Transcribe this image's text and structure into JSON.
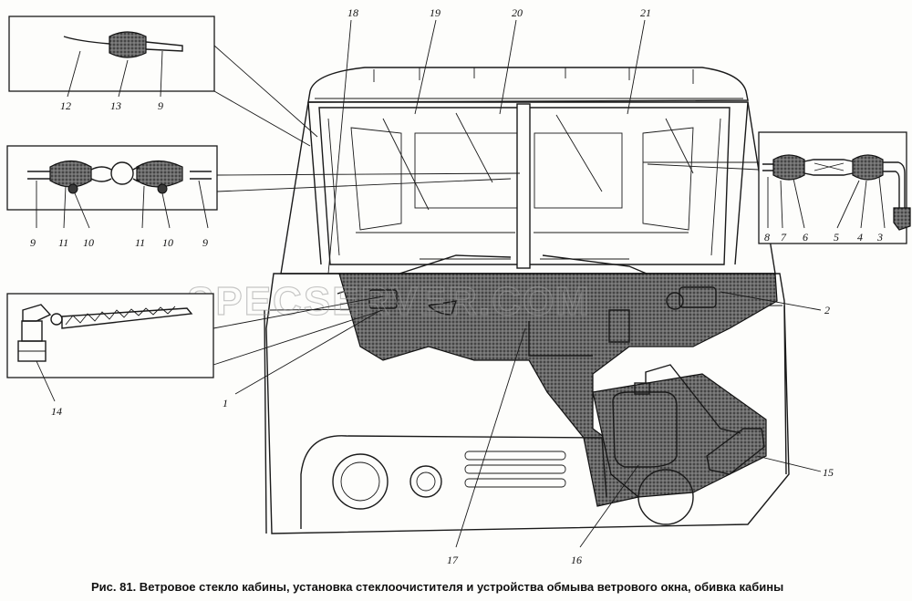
{
  "figure": {
    "caption": "Рис. 81. Ветровое стекло кабины, установка стеклоочистителя и устройства обмыва ветрового окна, обивка кабины",
    "watermark": "SPECSERVER.COM"
  },
  "callouts": {
    "n1": "1",
    "n2": "2",
    "n14": "14",
    "n15": "15",
    "n16": "16",
    "n17": "17",
    "n18": "18",
    "n19": "19",
    "n20": "20",
    "n21": "21"
  },
  "inset_top_left": {
    "n12": "12",
    "n13": "13",
    "n9": "9"
  },
  "inset_mid_left": {
    "n9a": "9",
    "n11a": "11",
    "n10a": "10",
    "n11b": "11",
    "n10b": "10",
    "n9b": "9"
  },
  "inset_right": {
    "n8": "8",
    "n7": "7",
    "n6": "6",
    "n5": "5",
    "n4": "4",
    "n3": "3"
  }
}
